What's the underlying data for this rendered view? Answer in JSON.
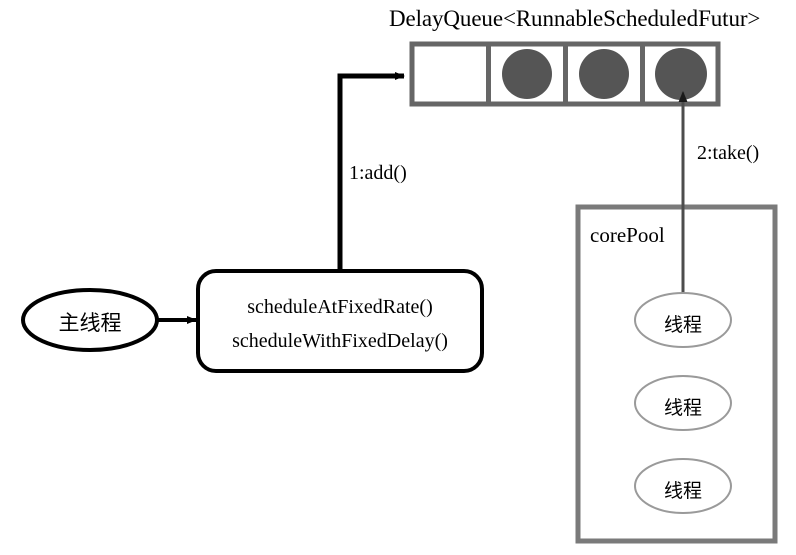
{
  "diagram": {
    "title_text": "DelayQueue<RunnableScheduledFutur>",
    "queue": {
      "name": "delay-queue",
      "cells": [
        {
          "filled": false
        },
        {
          "filled": true
        },
        {
          "filled": true
        },
        {
          "filled": true
        }
      ],
      "border_color": "#666666",
      "item_color": "#555555"
    },
    "main_thread": {
      "label": "主线程",
      "border_color": "#000000"
    },
    "scheduler_box": {
      "line1": "scheduleAtFixedRate()",
      "line2": "scheduleWithFixedDelay()",
      "border_color": "#000000"
    },
    "core_pool": {
      "label": "corePool",
      "border_color": "#7a7a7a",
      "threads": [
        {
          "label": "线程"
        },
        {
          "label": "线程"
        },
        {
          "label": "线程"
        }
      ]
    },
    "edges": [
      {
        "name": "add-edge",
        "label": "1:add()",
        "color": "#000000"
      },
      {
        "name": "take-edge",
        "label": "2:take()",
        "color": "#4d4d4d"
      },
      {
        "name": "main-to-scheduler-edge",
        "label": "",
        "color": "#000000"
      }
    ]
  }
}
